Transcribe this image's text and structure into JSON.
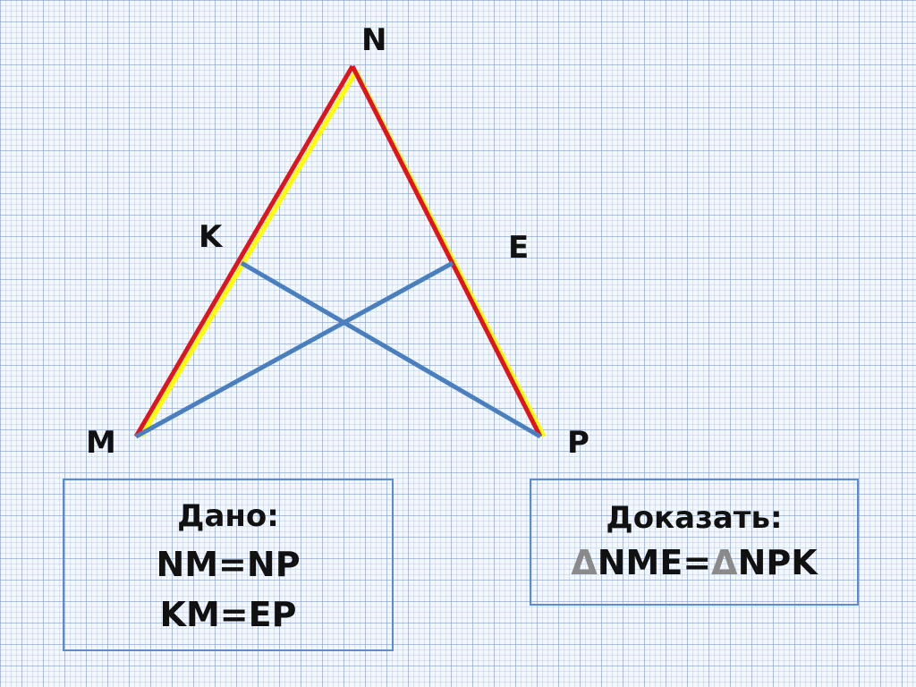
{
  "vertices": {
    "N": "N",
    "K": "K",
    "E": "E",
    "M": "M",
    "P": "P"
  },
  "given": {
    "title": "Дано:",
    "conditions": [
      "NM=NP",
      "KM=EP"
    ]
  },
  "prove": {
    "title": "Доказать:",
    "delta_symbol": "Δ",
    "triangle1": "NME",
    "equals": "=",
    "triangle2": "NPK"
  },
  "colors": {
    "triangle_sides": "#e0141e",
    "side_highlight": "#ffff00",
    "cevians": "#4a7fbf",
    "box_border": "#5b8ccf",
    "delta": "#8a8a8a"
  }
}
